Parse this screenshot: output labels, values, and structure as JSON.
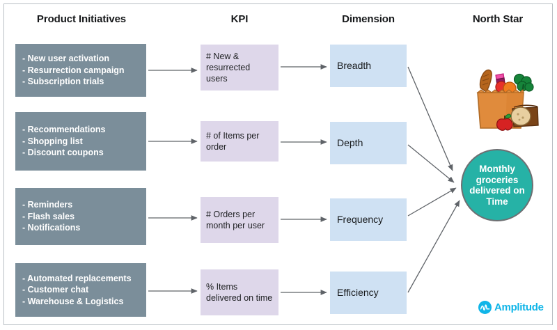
{
  "headers": {
    "initiatives": "Product Initiatives",
    "kpi": "KPI",
    "dimension": "Dimension",
    "north_star": "North Star"
  },
  "colors": {
    "initiative_box": "#7b8e9a",
    "kpi_box": "#ded7ea",
    "dimension_box": "#cfe1f3",
    "north_star_circle": "#26b2a6",
    "arrow": "#5f6368",
    "brand_cyan": "#10b5e8",
    "frame_border": "#b9bfc4"
  },
  "rows": [
    {
      "initiatives": [
        "- New user activation",
        "- Resurrection campaign",
        "- Subscription trials"
      ],
      "kpi": "# New & resurrected users",
      "dimension": "Breadth"
    },
    {
      "initiatives": [
        "- Recommendations",
        "- Shopping list",
        "- Discount coupons"
      ],
      "kpi": "# of Items per order",
      "dimension": "Depth"
    },
    {
      "initiatives": [
        "- Reminders",
        "- Flash sales",
        "- Notifications"
      ],
      "kpi": "# Orders per month per user",
      "dimension": "Frequency"
    },
    {
      "initiatives": [
        "- Automated replacements",
        "- Customer chat",
        "- Warehouse & Logistics"
      ],
      "kpi": "% Items delivered on time",
      "dimension": "Efficiency"
    }
  ],
  "north_star": {
    "label": "Monthly groceries delivered on Time",
    "icon": "grocery-bag-icon"
  },
  "branding": {
    "wordmark": "Amplitude",
    "logo_icon": "amplitude-pulse-icon"
  }
}
